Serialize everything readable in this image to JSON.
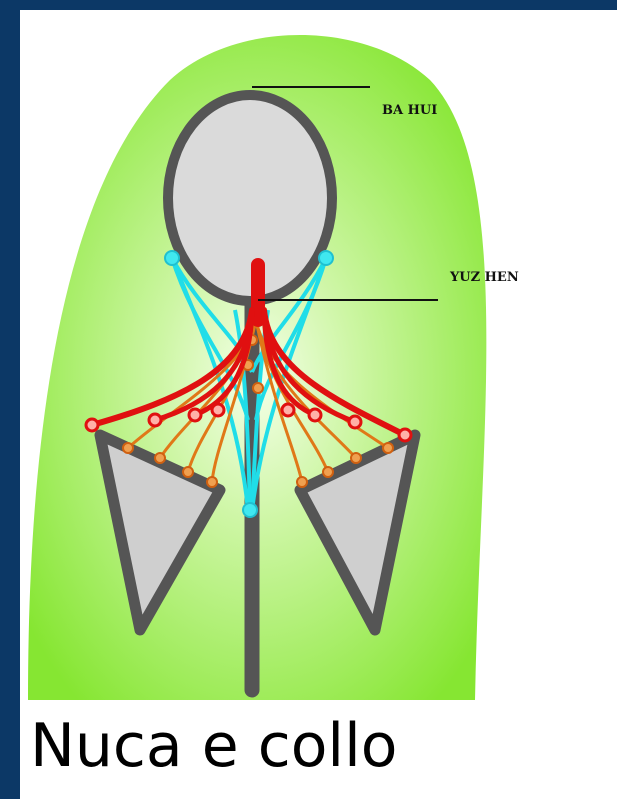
{
  "labels": {
    "bahui": "BA HUI",
    "yuzhen": "YUZ HEN"
  },
  "caption": "Nuca e collo",
  "colors": {
    "frame": "#0c3866",
    "background_green": "#8ee83a",
    "background_glow": "#f4ffe8",
    "structure": "#555555",
    "fill_gray": "#d8d8d8",
    "red_meridian": "#e01010",
    "orange_meridian": "#e07818",
    "cyan_meridian": "#20e0e8"
  }
}
